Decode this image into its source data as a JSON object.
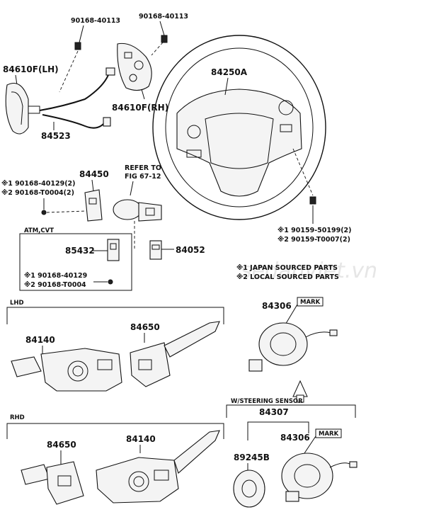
{
  "parts": {
    "bolt_top_left": "90168-40113",
    "bolt_top_mid": "90168-40113",
    "switch_lh": "84610F(LH)",
    "harness": "84523",
    "switch_rh": "84610F(RH)",
    "wheel": "84250A",
    "bracket": "84450",
    "refer_line1": "REFER TO",
    "refer_line2": "FIG 67-12",
    "screw_left_1": "※1 90168-40129(2)",
    "screw_left_2": "※2 90168-T0004(2)",
    "atm_cvt": "ATM,CVT",
    "shift_lock": "85432",
    "connector": "84052",
    "box_screw_1": "※1 90168-40129",
    "box_screw_2": "※2 90168-T0004",
    "wheel_bolt_1": "※1 90159-50199(2)",
    "wheel_bolt_2": "※2 90159-T0007(2)",
    "note_1": "※1 JAPAN SOURCED PARTS",
    "note_2": "※2 LOCAL SOURCED PARTS",
    "lhd": "LHD",
    "rhd": "RHD",
    "lhd_combo": "84140",
    "lhd_wiper": "84650",
    "spiral_cable": "84306",
    "mark": "MARK",
    "steering_sensor": "W/STEERING SENSOR",
    "spiral_assy": "84307",
    "sensor": "89245B",
    "spiral_cable_2": "84306",
    "mark_2": "MARK",
    "rhd_wiper": "84650",
    "rhd_combo": "84140"
  },
  "watermark": "sedanviet.vn"
}
